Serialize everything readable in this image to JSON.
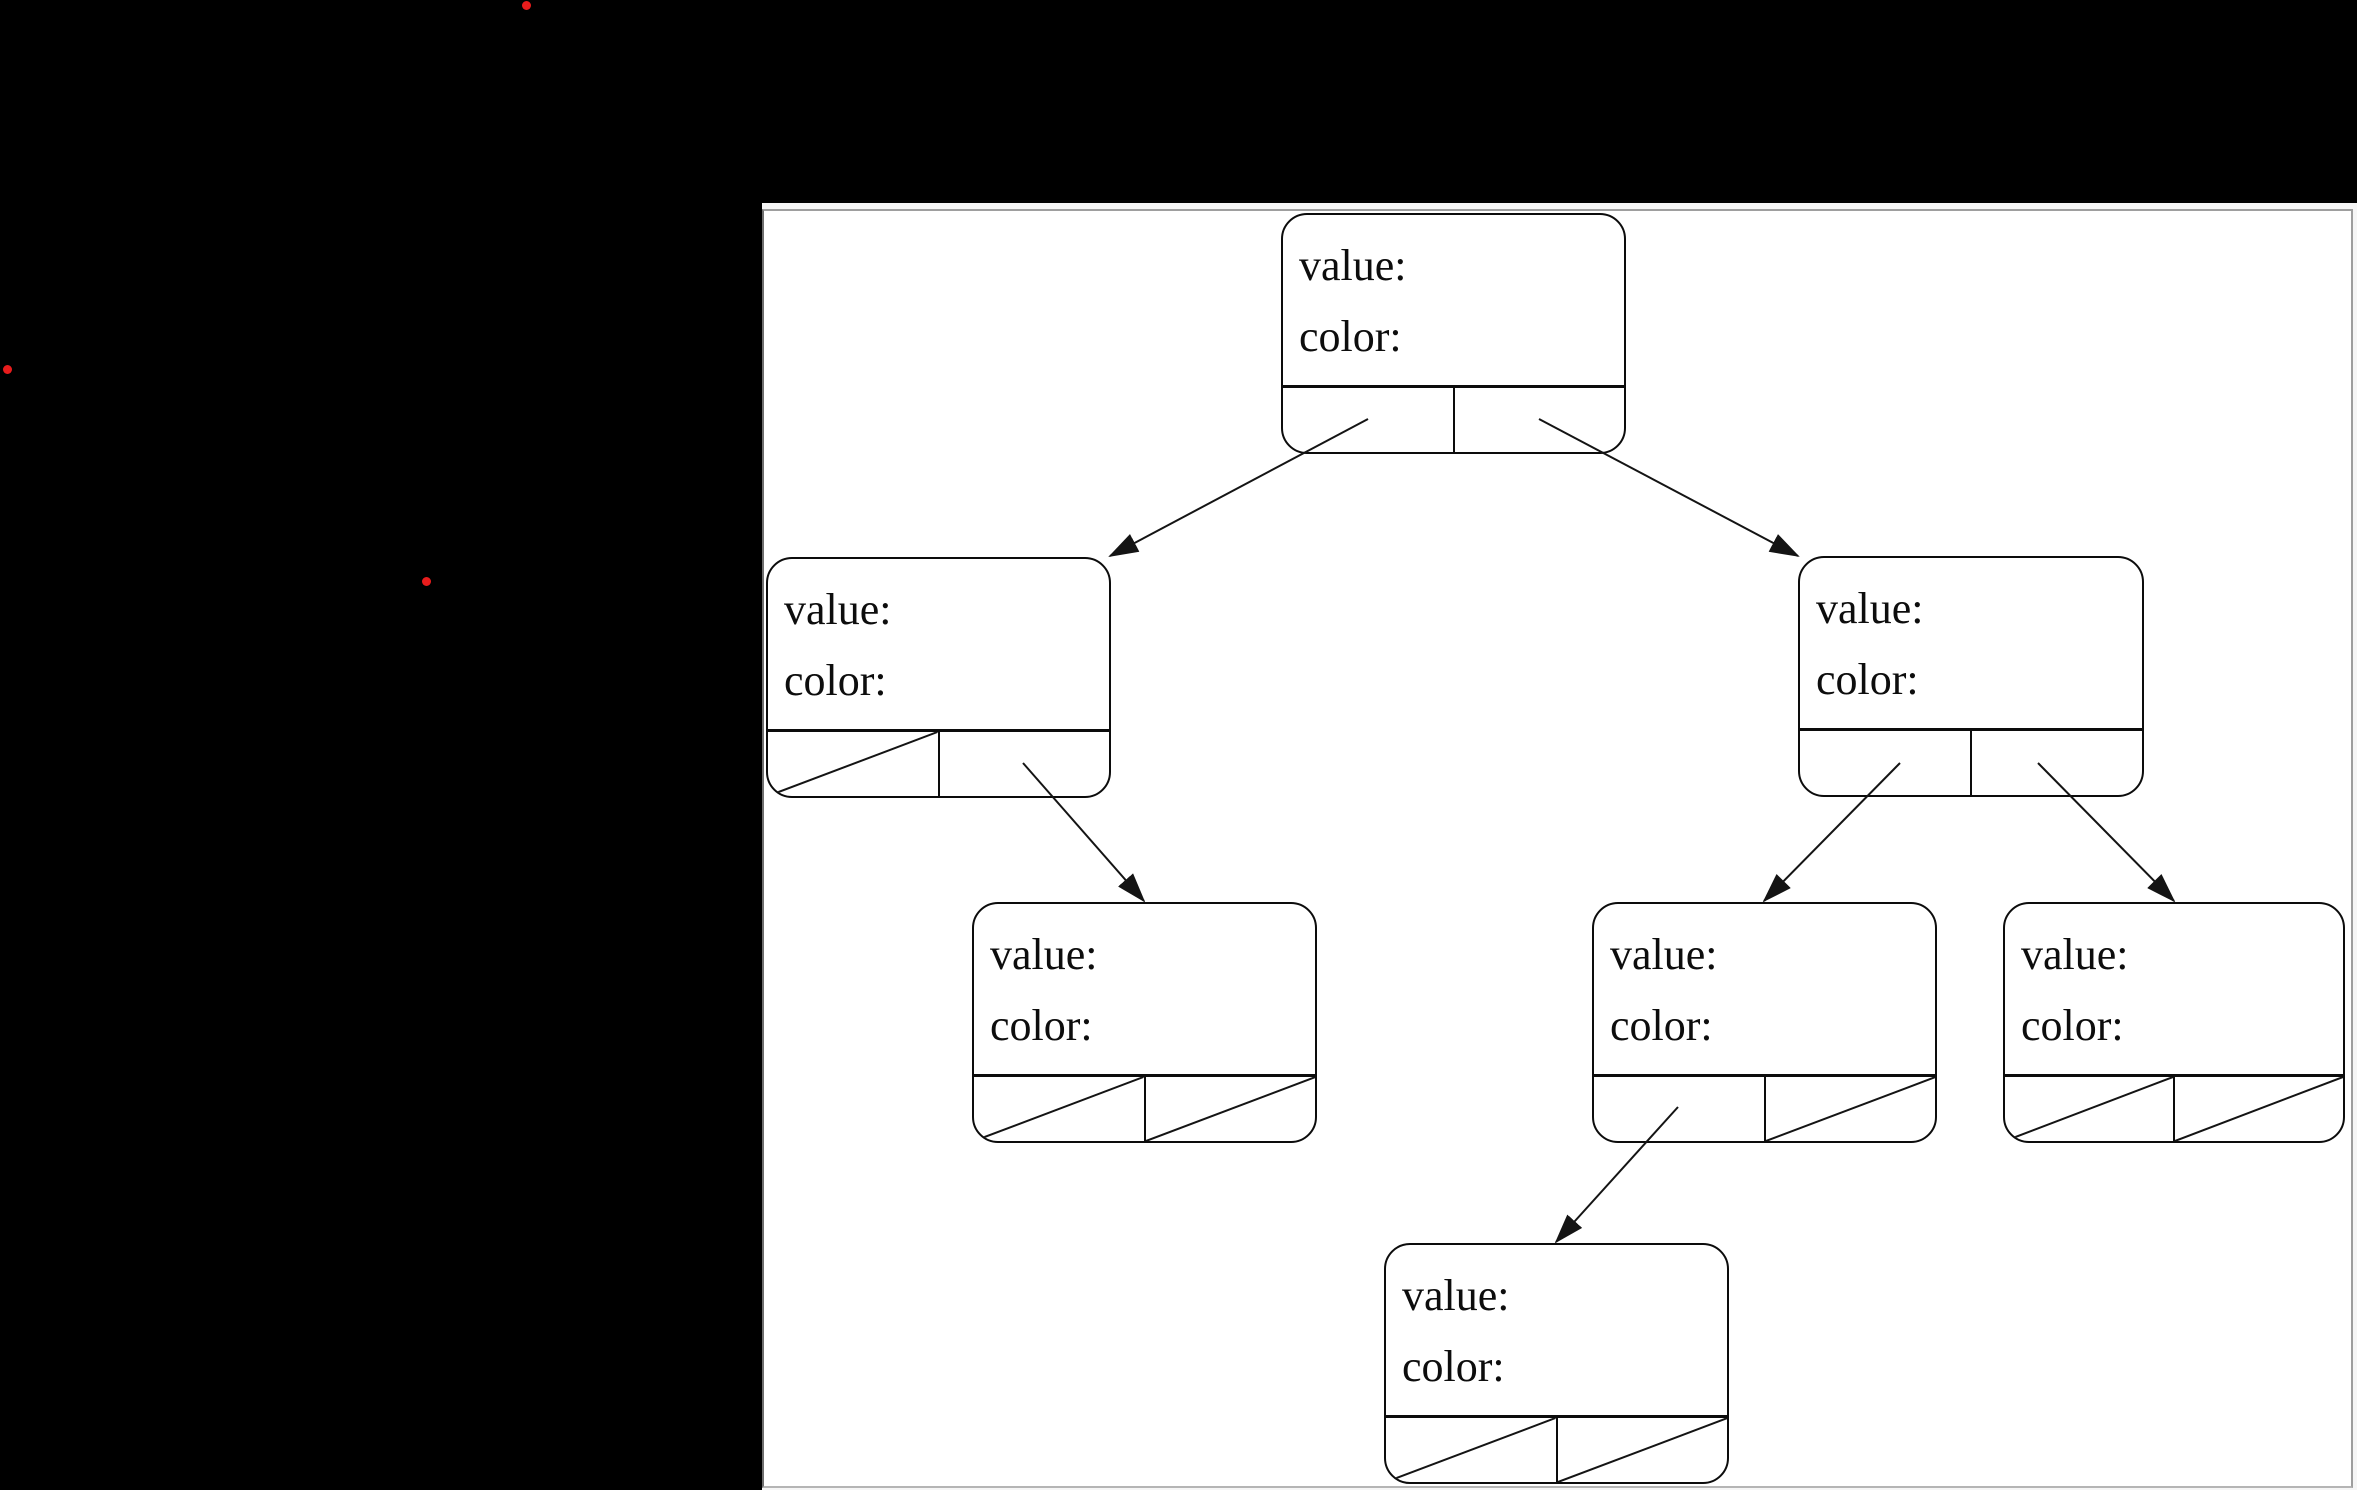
{
  "scene": {
    "background_color": "#000000",
    "canvas_color": "#ffffff",
    "frame_strip_color": "#f6f6f6",
    "frame_border_color": "#9e9e9e",
    "line_color": "#141414",
    "text_color": "#0d0d0d",
    "red_dot_color": "#e81c1c",
    "red_dot_count": 3
  },
  "tree": {
    "description": "binary tree node diagram with value/color fields and left/right pointer cells",
    "field_labels": {
      "value": "value:",
      "color": "color:"
    },
    "nodes": [
      {
        "id": "root",
        "value_label": "value:",
        "color_label": "color:",
        "left_pointer": "arrow",
        "right_pointer": "arrow"
      },
      {
        "id": "left-child",
        "value_label": "value:",
        "color_label": "color:",
        "left_pointer": "null",
        "right_pointer": "arrow"
      },
      {
        "id": "right-child",
        "value_label": "value:",
        "color_label": "color:",
        "left_pointer": "arrow",
        "right_pointer": "arrow"
      },
      {
        "id": "left-right-grandchild",
        "value_label": "value:",
        "color_label": "color:",
        "left_pointer": "null",
        "right_pointer": "null"
      },
      {
        "id": "right-left-grandchild",
        "value_label": "value:",
        "color_label": "color:",
        "left_pointer": "arrow",
        "right_pointer": "null"
      },
      {
        "id": "right-right-grandchild",
        "value_label": "value:",
        "color_label": "color:",
        "left_pointer": "null",
        "right_pointer": "null"
      },
      {
        "id": "great-grandchild",
        "value_label": "value:",
        "color_label": "color:",
        "left_pointer": "null",
        "right_pointer": "null"
      }
    ],
    "edges": [
      {
        "from": "root",
        "via": "left",
        "to": "left-child"
      },
      {
        "from": "root",
        "via": "right",
        "to": "right-child"
      },
      {
        "from": "left-child",
        "via": "right",
        "to": "left-right-grandchild"
      },
      {
        "from": "right-child",
        "via": "left",
        "to": "right-left-grandchild"
      },
      {
        "from": "right-child",
        "via": "right",
        "to": "right-right-grandchild"
      },
      {
        "from": "right-left-grandchild",
        "via": "left",
        "to": "great-grandchild"
      }
    ]
  }
}
